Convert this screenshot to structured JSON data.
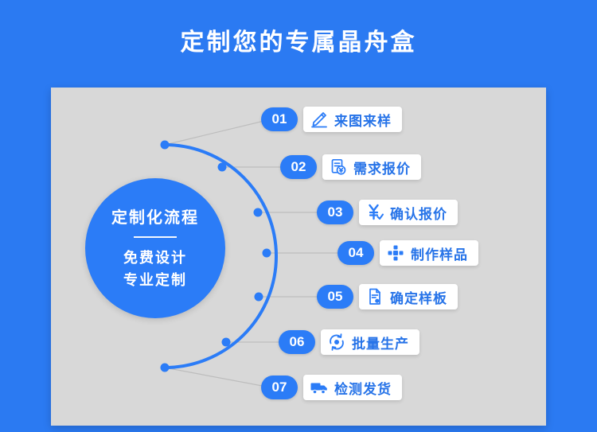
{
  "header": {
    "title": "定制您的专属晶舟盒"
  },
  "colors": {
    "background": "#2b7af2",
    "accent": "#2b7cf7",
    "panel": "#d8d8d8",
    "label_text": "#2673e8"
  },
  "badge": {
    "title": "定制化流程",
    "lines": [
      "免费设计",
      "专业定制"
    ]
  },
  "steps": [
    {
      "number": "01",
      "label": "来图来样",
      "icon": "pencil-ruler-icon"
    },
    {
      "number": "02",
      "label": "需求报价",
      "icon": "document-yen-icon"
    },
    {
      "number": "03",
      "label": "确认报价",
      "icon": "yen-confirm-icon"
    },
    {
      "number": "04",
      "label": "制作样品",
      "icon": "assembly-parts-icon"
    },
    {
      "number": "05",
      "label": "确定样板",
      "icon": "template-doc-icon"
    },
    {
      "number": "06",
      "label": "批量生产",
      "icon": "production-cycle-icon"
    },
    {
      "number": "07",
      "label": "检测发货",
      "icon": "delivery-truck-icon"
    }
  ]
}
